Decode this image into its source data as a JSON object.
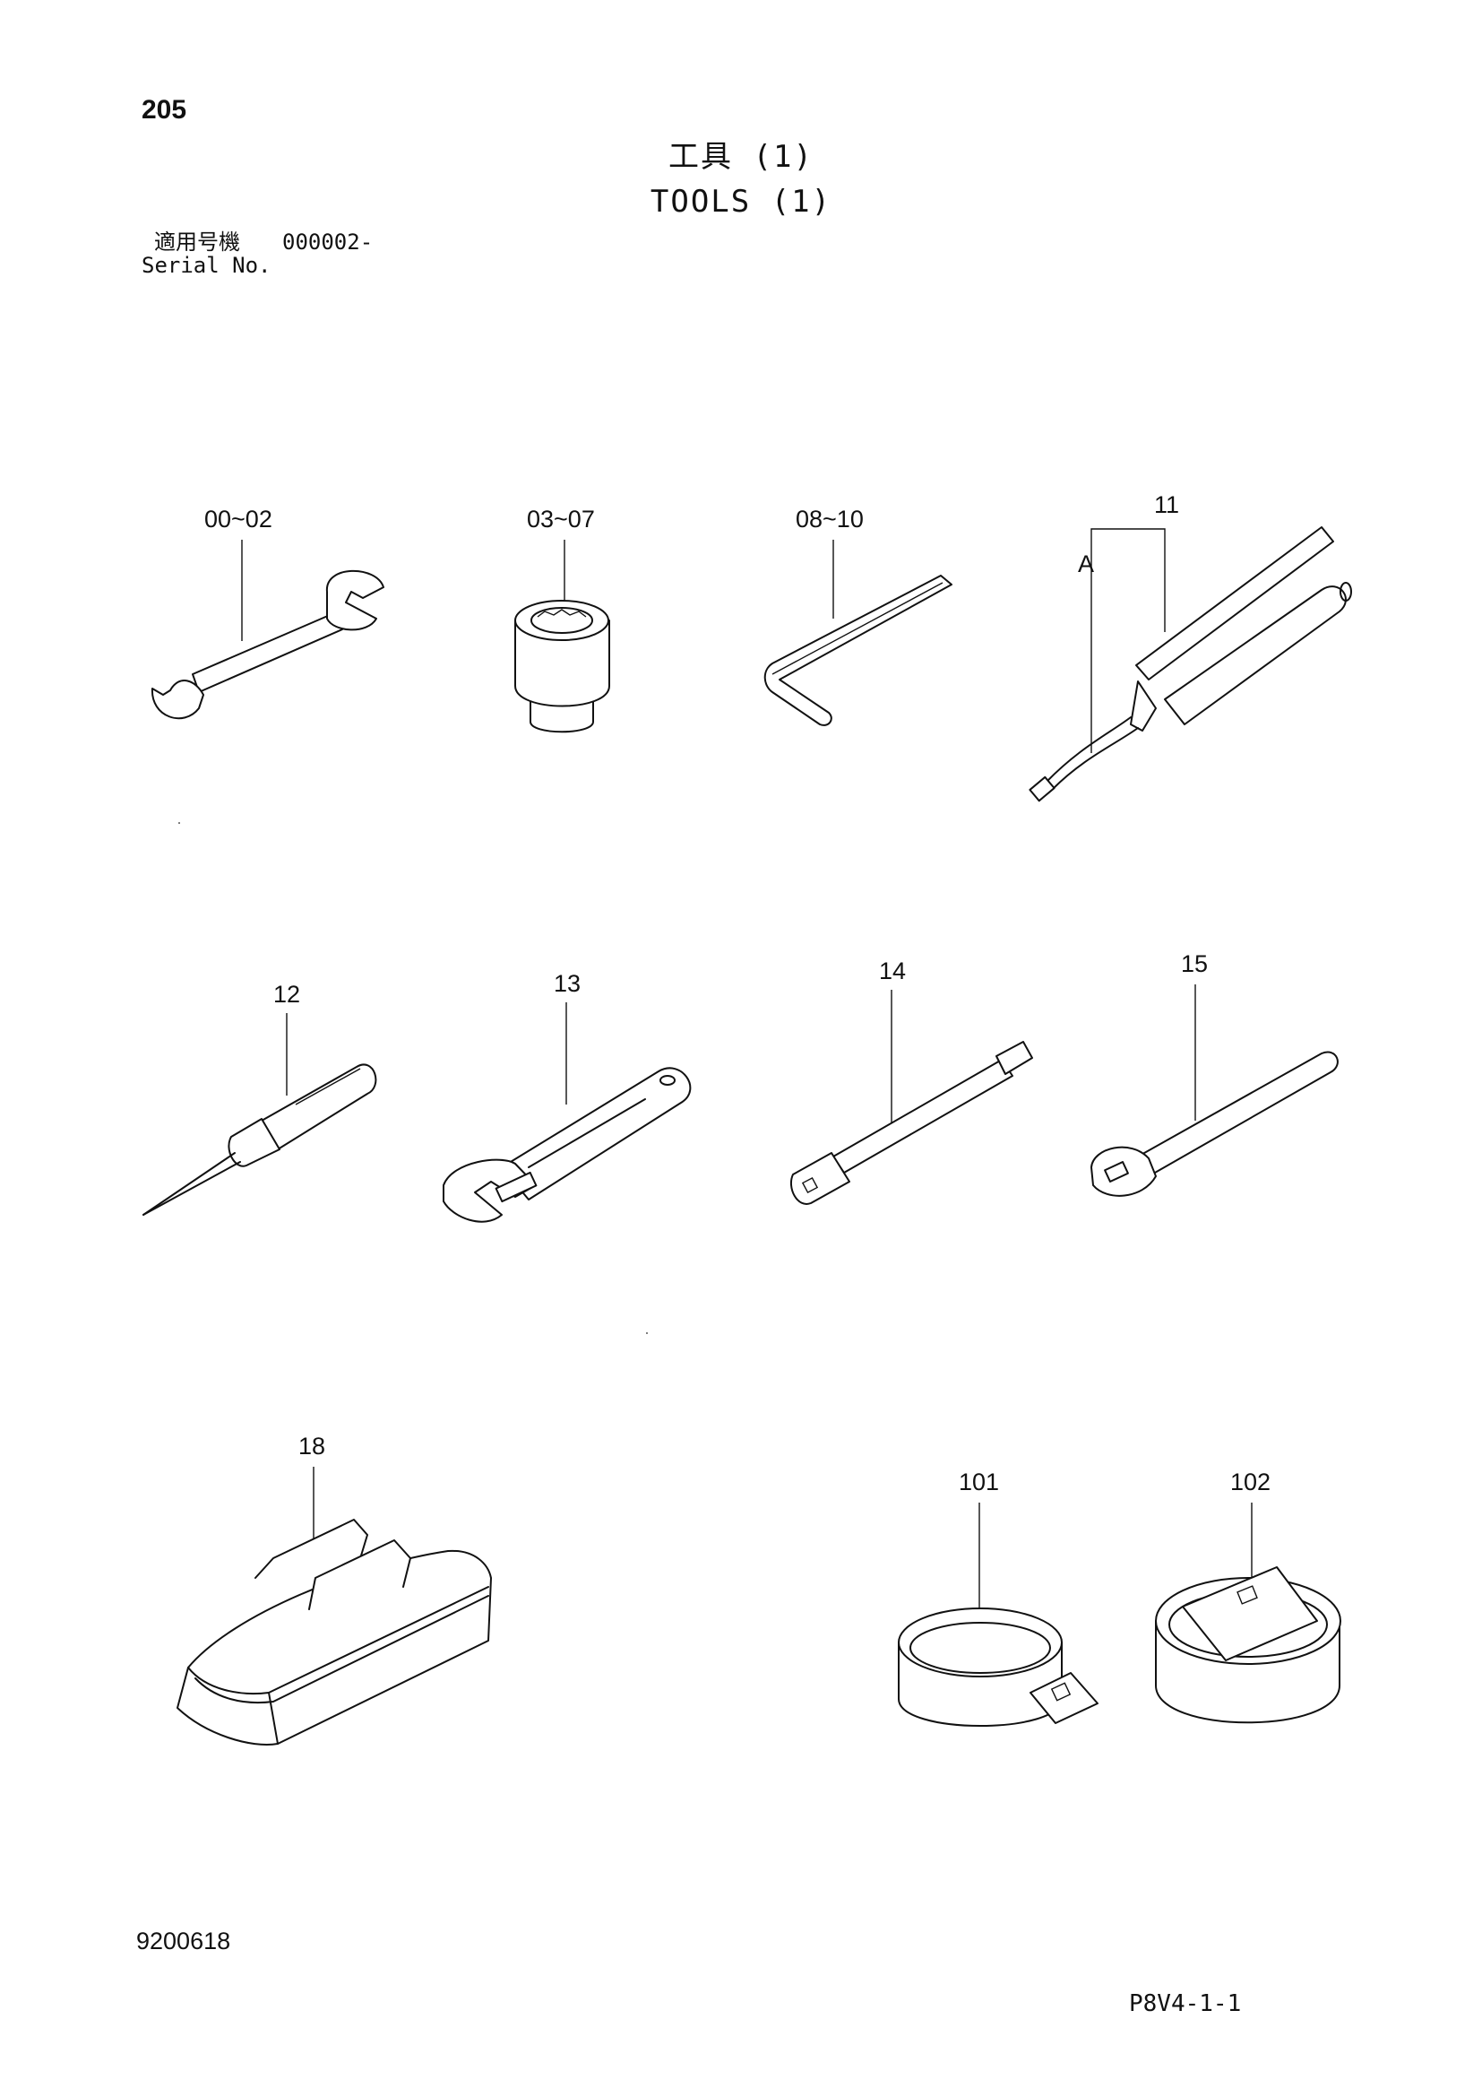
{
  "header": {
    "page_number": "205",
    "title_jp": "工具 (1)",
    "title_en": "TOOLS (1)",
    "serial_label_jp": "適用号機",
    "serial_value": "000002-",
    "serial_label_en": "Serial No."
  },
  "callouts": {
    "wrench": "00~02",
    "socket": "03~07",
    "hex_key": "08~10",
    "grease_gun": "11",
    "grease_gun_detail": "A",
    "screwdriver": "12",
    "adjustable_wrench": "13",
    "extension_bar": "14",
    "ratchet_handle": "15",
    "tool_bag": "18",
    "filter_wrench_1": "101",
    "filter_wrench_2": "102"
  },
  "footer": {
    "doc_number": "9200618",
    "page_code": "P8V4-1-1"
  }
}
